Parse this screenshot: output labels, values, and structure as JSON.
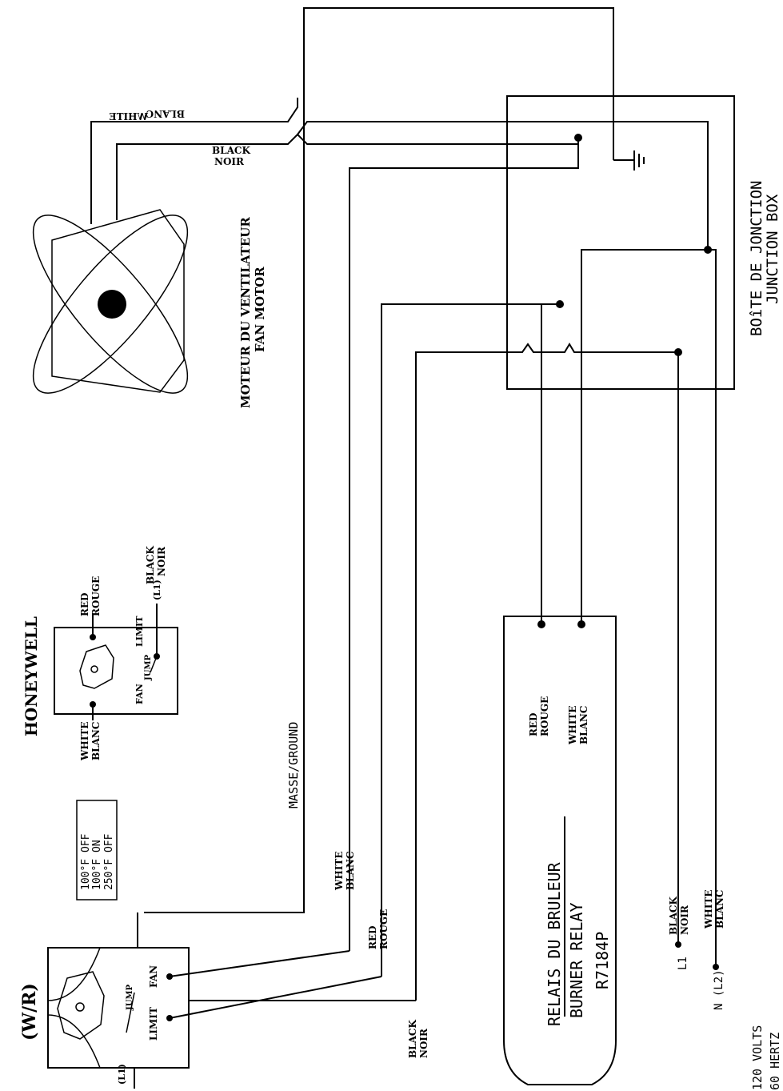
{
  "labels": {
    "fan_motor_fr": "MOTEUR DU VENTILATEUR",
    "fan_motor_en": "FAN MOTOR",
    "junction_fr": "BOîTE DE JONCTION",
    "junction_en": "JUNCTION BOX",
    "honeywell": "HONEYWELL",
    "wr": "(W/R)",
    "ground": "MASSE/GROUND",
    "relay_fr": "RELAIS DU BRULEUR",
    "relay_en": "BURNER RELAY",
    "relay_model": "R7184P",
    "volts": "120 VOLTS",
    "hertz": "60 HERTZ",
    "l1": "L1",
    "n_l2": "N (L2)",
    "l1_paren": "(L1)",
    "fan": "FAN",
    "limit": "LIMIT",
    "jump": "JUMP",
    "temps": [
      "100°F OFF",
      "100°F ON",
      "250°F OFF"
    ]
  },
  "wires": {
    "black": "BLACK",
    "noir": "NOIR",
    "white": "WHITE",
    "blanc": "BLANC",
    "red": "RED",
    "rouge": "ROUGE"
  }
}
